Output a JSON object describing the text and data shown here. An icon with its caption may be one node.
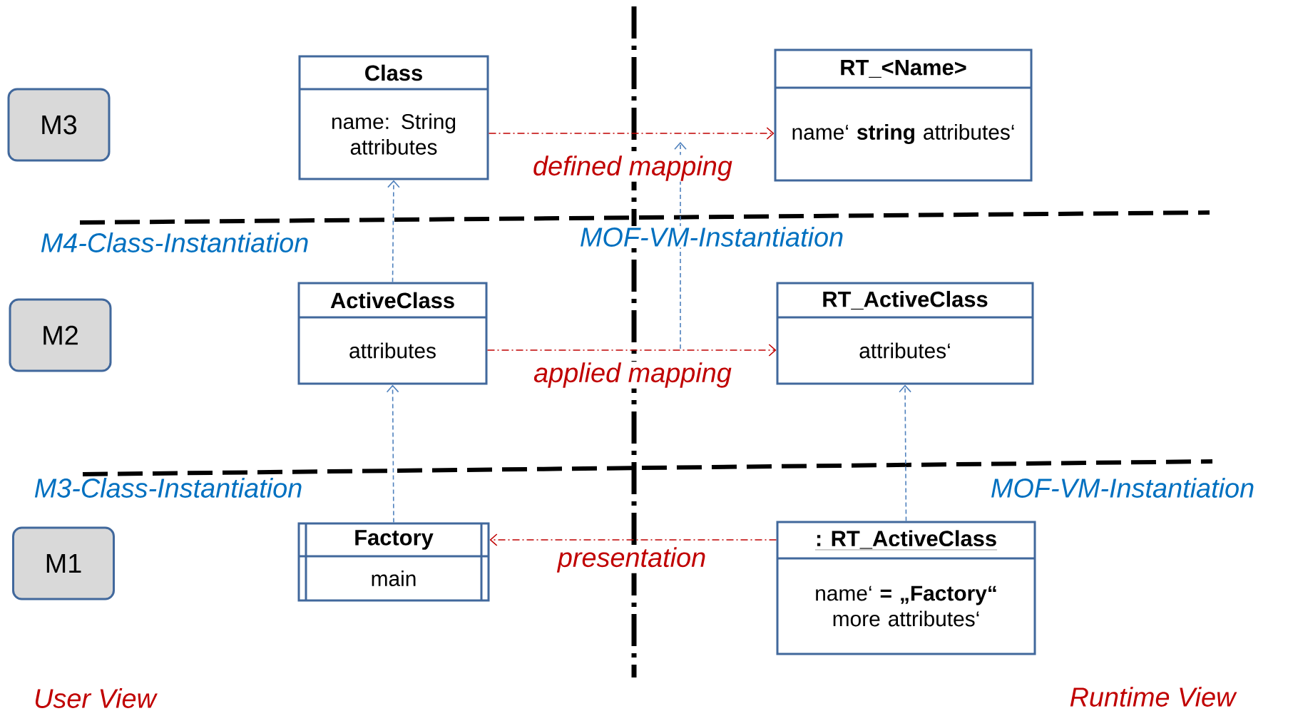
{
  "diagram": {
    "nodes": [
      {
        "text": [
          "M3"
        ]
      },
      {
        "text": [
          "Class",
          "name: String attributes"
        ]
      },
      {
        "text": [
          "RT_<Name>",
          "name‘ **string** attributes‘"
        ]
      },
      {
        "text": [
          "M2"
        ]
      },
      {
        "text": [
          "ActiveClass",
          "attributes"
        ]
      },
      {
        "text": [
          "RT_ActiveClass",
          "attributes‘"
        ]
      },
      {
        "text": [
          "M1"
        ]
      },
      {
        "text": [
          "Factory",
          "main"
        ]
      },
      {
        "text": [
          ": RT_ActiveClass",
          "name‘ **= „Factory“** more attributes‘"
        ]
      }
    ],
    "edges": [
      {
        "from": 1,
        "to": 2,
        "arrow": "to",
        "label": "defined mapping",
        "style": "dashed",
        "color": "#c00000"
      },
      {
        "from": 4,
        "to": 5,
        "arrow": "to",
        "label": "applied mapping",
        "style": "dashed",
        "color": "#c00000"
      },
      {
        "from": 8,
        "to": 7,
        "arrow": "to",
        "label": "presentation",
        "style": "dashed",
        "color": "#c00000"
      },
      {
        "from": 4,
        "to": 1,
        "arrow": "to",
        "style": "dashed",
        "color": "#4f81bd"
      },
      {
        "from": 7,
        "to": 4,
        "arrow": "to",
        "style": "dashed",
        "color": "#4f81bd"
      },
      {
        "from": 8,
        "to": 5,
        "arrow": "to",
        "style": "dashed",
        "color": "#4f81bd"
      }
    ],
    "labels": [
      "M4-Class-Instantiation",
      "MOF-VM-Instantiation",
      "M3-Class-Instantiation",
      "MOF-VM-Instantiation",
      "User View",
      "Runtime View"
    ]
  }
}
